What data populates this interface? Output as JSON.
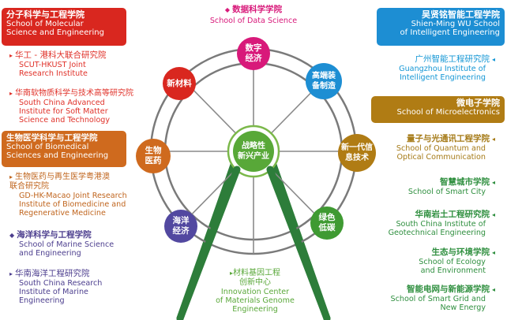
{
  "center": {
    "cn": "战略性\n新兴产业"
  },
  "wheel": [
    {
      "cn": "数字\n经济",
      "color": "#d8197a"
    },
    {
      "cn": "高端装\n备制造",
      "color": "#1d8ed3"
    },
    {
      "cn": "新一代信\n息技术",
      "color": "#b07c14"
    },
    {
      "cn": "绿色\n低碳",
      "color": "#3f9a32"
    },
    {
      "cn": "海洋\n经济",
      "color": "#5248a0"
    },
    {
      "cn": "生物\n医药",
      "color": "#cf6a1e"
    },
    {
      "cn": "新材料",
      "color": "#d9271f"
    }
  ],
  "top": {
    "cn": "数据科学学院",
    "en": "School of Data Science"
  },
  "bottom": {
    "cn": "材料基因工程\n创新中心",
    "en": "Innovation Center\nof Materials Genome Engineering"
  },
  "left": [
    {
      "cn": "分子科学与工程学院",
      "en": "School of Molecular\nScience and Engineering",
      "boxed": true,
      "color": "#d9271f"
    },
    {
      "cn": "华工 - 港科大联合研究院",
      "en": "SCUT-HKUST Joint\nResearch Institute",
      "color": "#d9271f"
    },
    {
      "cn": "华南软物质科学与技术高等研究院",
      "en": "South China Advanced\nInstitute for Soft Matter\nScience and Technology",
      "color": "#d9271f"
    },
    {
      "cn": "生物医学科学与工程学院",
      "en": "School of Biomedical\nSciences and Engineering",
      "boxed": true,
      "color": "#cf6a1e"
    },
    {
      "cn": "生物医药与再生医学粤港澳\n联合研究院",
      "en": "GD-HK-Macao Joint Research\nInstitute of Biomedicine and\nRegenerative Medicine",
      "color": "#cf6a1e"
    },
    {
      "cn": "海洋科学与工程学院",
      "en": "School of Marine Science\nand Engineering",
      "color": "#4c3e8e"
    },
    {
      "cn": "华南海洋工程研究院",
      "en": "South China Research\nInstitute of Marine\nEngineering",
      "color": "#4c3e8e"
    }
  ],
  "right": [
    {
      "cn": "吴贤铭智能工程学院",
      "en": "Shien-Ming WU School\nof Intelligent Engineering",
      "boxed": true,
      "color": "#1d8ed3"
    },
    {
      "cn": "广州智能工程研究院",
      "en": "Guangzhou Institute of\nIntelligent Engineering",
      "color": "#1d8ed3"
    },
    {
      "cn": "微电子学院",
      "en": "School of Microelectronics",
      "boxed": true,
      "color": "#b07c14"
    },
    {
      "cn": "量子与光通讯工程学院",
      "en": "School of Quantum and\nOptical Communication",
      "color": "#b07c14"
    },
    {
      "cn": "智慧城市学院",
      "en": "School of Smart City",
      "color": "#2f8f3f"
    },
    {
      "cn": "华南岩土工程研究院",
      "en": "South China Institute of\nGeotechnical Engineering",
      "color": "#2f8f3f"
    },
    {
      "cn": "生态与环境学院",
      "en": "School of Ecology\nand Environment",
      "color": "#2f8f3f"
    },
    {
      "cn": "智能电网与新能源学院",
      "en": "School of Smart Grid and\nNew Energy",
      "color": "#2f8f3f"
    }
  ]
}
